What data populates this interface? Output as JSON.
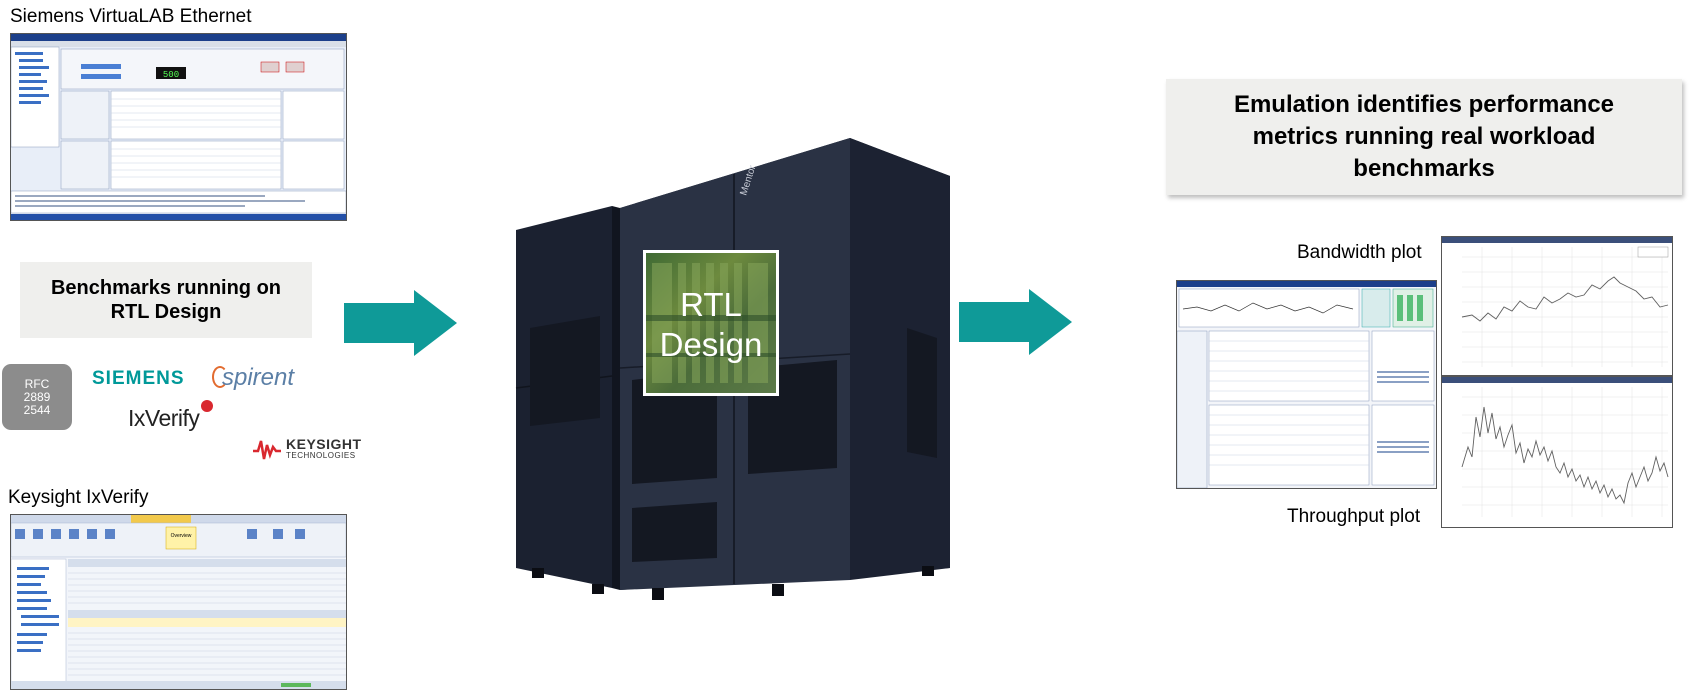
{
  "top_left": {
    "title": "Siemens VirtuaLAB Ethernet",
    "screenshot_value": "500"
  },
  "left_caption": {
    "line1": "Benchmarks running on",
    "line2": "RTL Design"
  },
  "logos": {
    "rfc_line1": "RFC",
    "rfc_line2": "2889",
    "rfc_line3": "2544",
    "siemens": "SIEMENS",
    "spirent": "spirent",
    "ixverify": "IxVerify",
    "keysight_line1": "KEYSIGHT",
    "keysight_line2": "TECHNOLOGIES"
  },
  "bottom_left": {
    "title": "Keysight IxVerify",
    "toolbar_overview": "Overview"
  },
  "center": {
    "rtl_line1": "RTL",
    "rtl_line2": "Design",
    "cabinet_brand": "Mentor"
  },
  "right_caption": {
    "line1": "Emulation identifies performance",
    "line2": "metrics running real workload",
    "line3": "benchmarks"
  },
  "plots": {
    "bandwidth_label": "Bandwidth plot",
    "throughput_label": "Throughput plot"
  },
  "colors": {
    "arrow": "#0f9a98",
    "caption_bg": "#efefed",
    "cabinet": "#1e2433"
  }
}
